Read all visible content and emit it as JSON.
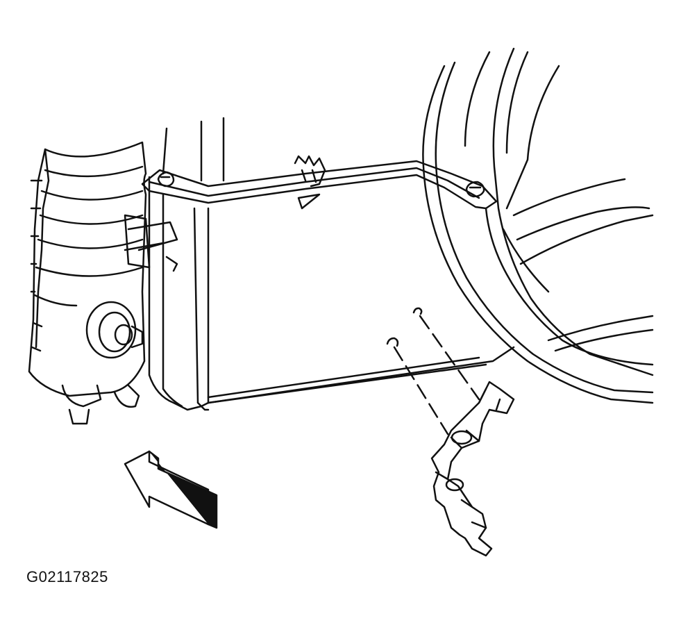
{
  "figure": {
    "id_label": "G02117825"
  },
  "colors": {
    "line": "#111111",
    "paper": "#ffffff"
  },
  "parts": {
    "bracket": "mounting-bracket",
    "arrow": "direction-arrow"
  }
}
